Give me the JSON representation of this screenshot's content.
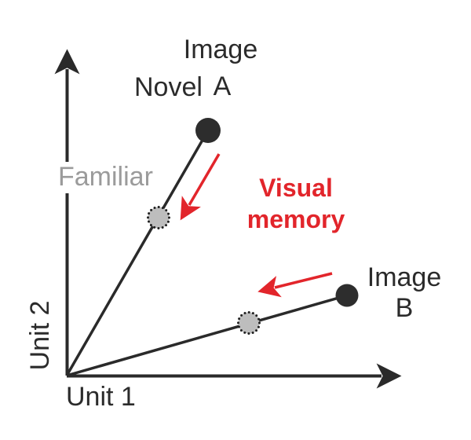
{
  "figure": {
    "axes": {
      "x_label": "Unit 1",
      "y_label": "Unit 2"
    },
    "labels": {
      "novel": "Novel",
      "familiar": "Familiar",
      "image_a": {
        "line1": "Image",
        "line2": "A"
      },
      "image_b": {
        "line1": "Image",
        "line2": "B"
      },
      "visual_memory": {
        "line1": "Visual",
        "line2": "memory"
      }
    },
    "colors": {
      "line_black": "#2a2a2a",
      "dot_black": "#2d2d2d",
      "text_black": "#2b2b2b",
      "familiar_gray": "#9b9b9b",
      "familiar_dot_fill": "#bdbdbd",
      "familiar_dot_border": "#1f1f1f",
      "memory_red": "#e2252b"
    }
  }
}
